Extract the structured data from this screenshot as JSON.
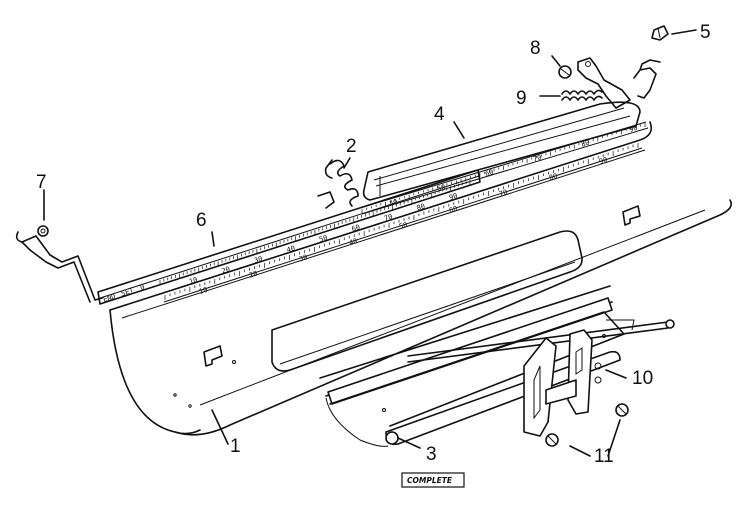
{
  "callouts": {
    "c1": "1",
    "c2": "2",
    "c3": "3",
    "c4": "4",
    "c5": "5",
    "c6": "6",
    "c7": "7",
    "c8": "8",
    "c9": "9",
    "c10": "10",
    "c11": "11"
  },
  "boxed_note": "COMPLETE",
  "scale": {
    "upper_numbers": [
      "40",
      "50",
      "60",
      "70",
      "80",
      "90"
    ],
    "lower_numbers": [
      "10",
      "20",
      "30",
      "40",
      "50",
      "60",
      "70",
      "80",
      "90"
    ],
    "lower_labels": [
      "END",
      "SET",
      "0"
    ],
    "bar_numbers": [
      "10",
      "20",
      "30",
      "40",
      "50",
      "60",
      "70",
      "80",
      "90"
    ]
  }
}
